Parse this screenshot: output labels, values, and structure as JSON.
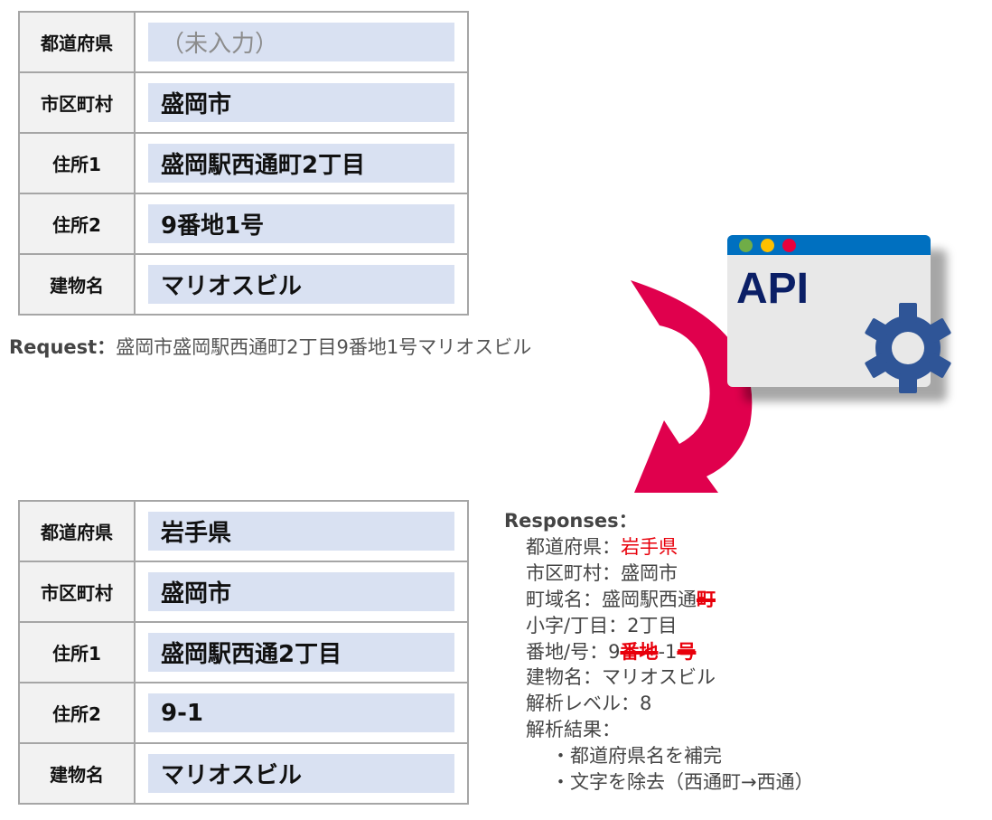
{
  "request_form": {
    "rows": [
      {
        "label": "都道府県",
        "value": "（未入力）",
        "placeholder": true
      },
      {
        "label": "市区町村",
        "value": "盛岡市"
      },
      {
        "label": "住所1",
        "value": "盛岡駅西通町2丁目"
      },
      {
        "label": "住所2",
        "value": "9番地1号"
      },
      {
        "label": "建物名",
        "value": "マリオスビル"
      }
    ]
  },
  "request": {
    "label": "Request：",
    "text": "盛岡市盛岡駅西通町2丁目9番地1号マリオスビル"
  },
  "api_window": {
    "title": "API",
    "bar_color": "#0070c0",
    "dot_colors": [
      "#70ad47",
      "#ffc000",
      "#e8003d"
    ]
  },
  "response_form": {
    "rows": [
      {
        "label": "都道府県",
        "value": "岩手県"
      },
      {
        "label": "市区町村",
        "value": "盛岡市"
      },
      {
        "label": "住所1",
        "value": "盛岡駅西通2丁目"
      },
      {
        "label": "住所2",
        "value": "9-1"
      },
      {
        "label": "建物名",
        "value": "マリオスビル"
      }
    ]
  },
  "responses": {
    "title": "Responses：",
    "prefecture_label": "都道府県：",
    "prefecture_value": "岩手県",
    "city": "市区町村：盛岡市",
    "town_label": "町域名：盛岡駅西通",
    "town_removed": "町",
    "chome": "小字/丁目：2丁目",
    "banchi_label": "番地/号：9",
    "banchi_removed1": "番地",
    "banchi_mid": "-1",
    "banchi_removed2": "号",
    "building": "建物名：マリオスビル",
    "level": "解析レベル：8",
    "result_label": "解析結果：",
    "results": [
      "・都道府県名を補完",
      "・文字を除去（西通町→西通）"
    ]
  },
  "colors": {
    "arrow": "#e0004d",
    "gear": "#2f5597",
    "highlight": "#e8000b",
    "field_bg": "#d9e1f2"
  }
}
